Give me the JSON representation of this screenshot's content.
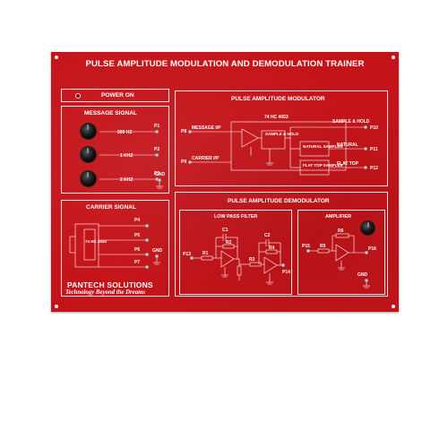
{
  "panel": {
    "title": "PULSE AMPLITUDE MODULATION AND DEMODULATION TRAINER",
    "power_on": "POWER ON"
  },
  "message_signal": {
    "title": "MESSAGE SIGNAL",
    "freq1": "500 HZ",
    "freq2": "1 KHZ",
    "freq3": "2 KHZ",
    "p1": "P1",
    "p2": "P2",
    "p3": "P3",
    "gnd": "GND"
  },
  "carrier_signal": {
    "title": "CARRIER SIGNAL",
    "chip": "74 HC 4040",
    "p4": "P4",
    "p5": "P5",
    "p6": "P6",
    "p7": "P7",
    "gnd": "GND"
  },
  "modulator": {
    "title": "PULSE AMPLITUDE MODULATOR",
    "chip": "74 HC 4053",
    "message_ip": "MESSAGE I/P",
    "carrier_ip": "CARRIER I/P",
    "sample_hold_block": "SAMPLE & HOLD",
    "natural_sampler": "NATURAL SAMPLER",
    "flat_top_sampler": "FLAT TOP SAMPLER",
    "sample_hold_out": "SAMPLE & HOLD",
    "natural_out": "NATURAL",
    "flat_top_out": "FLAT TOP",
    "p8": "P8",
    "p9": "P9",
    "p10": "P10",
    "p11": "P11",
    "p12": "P12"
  },
  "demodulator": {
    "title": "PULSE AMPLITUDE DEMODULATOR",
    "lpf_title": "LOW PASS FILTER",
    "amp_title": "AMPLIFIER",
    "c1": "C1",
    "c2": "C2",
    "r1": "R1",
    "r2": "R2",
    "r3": "R3",
    "r4": "R4",
    "r5": "R5",
    "r6": "R6",
    "p13": "P13",
    "p14": "P14",
    "p15": "P15",
    "p16": "P16",
    "gnd": "GND"
  },
  "branding": {
    "logo": "PANTECH SOLUTIONS",
    "tagline": "Technology Beyond the Dreams"
  },
  "colors": {
    "panel": "#c4141a",
    "lines": "#ffffff"
  }
}
